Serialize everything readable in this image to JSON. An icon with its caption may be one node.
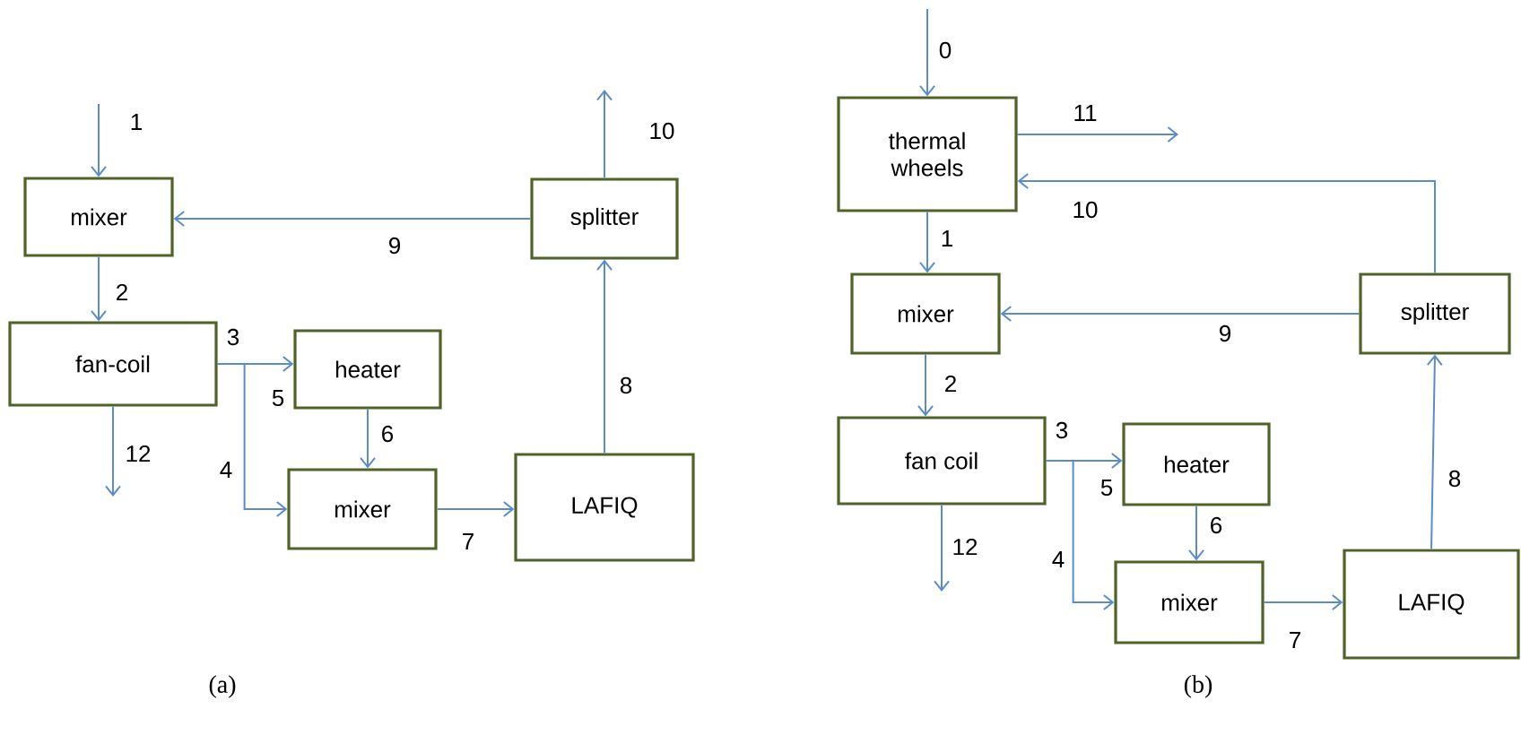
{
  "diagram": {
    "nodes": [
      {
        "text": [
          "mixer"
        ]
      },
      {
        "text": [
          "fan-coil"
        ]
      },
      {
        "text": [
          "heater"
        ]
      },
      {
        "text": [
          "mixer"
        ]
      },
      {
        "text": [
          "LAFIQ"
        ]
      },
      {
        "text": [
          "splitter"
        ]
      },
      {
        "text": [
          "thermal wheels"
        ]
      },
      {
        "text": [
          "mixer"
        ]
      },
      {
        "text": [
          "fan coil"
        ]
      },
      {
        "text": [
          "heater"
        ]
      },
      {
        "text": [
          "mixer"
        ]
      },
      {
        "text": [
          "LAFIQ"
        ]
      },
      {
        "text": [
          "splitter"
        ]
      }
    ],
    "edges": [
      {
        "from": null,
        "to": 0,
        "arrow": "to",
        "label": "1"
      },
      {
        "from": 0,
        "to": 1,
        "arrow": "to",
        "label": "2"
      },
      {
        "from": 1,
        "to": 2,
        "arrow": "to",
        "label": "5"
      },
      {
        "from": 1,
        "to": 3,
        "arrow": "to",
        "label": "4"
      },
      {
        "from": 2,
        "to": 3,
        "arrow": "to",
        "label": "6"
      },
      {
        "from": 3,
        "to": 4,
        "arrow": "to",
        "label": "7"
      },
      {
        "from": 4,
        "to": 5,
        "arrow": "to",
        "label": "8"
      },
      {
        "from": 5,
        "to": 0,
        "arrow": "to",
        "label": "9"
      },
      {
        "from": 5,
        "to": null,
        "arrow": "to",
        "label": "10"
      },
      {
        "from": 1,
        "to": null,
        "arrow": "to",
        "label": "12"
      },
      {
        "from": null,
        "to": 6,
        "arrow": "to",
        "label": "0"
      },
      {
        "from": 6,
        "to": null,
        "arrow": "to",
        "label": "11"
      },
      {
        "from": 12,
        "to": 6,
        "arrow": "to",
        "label": "10"
      },
      {
        "from": 6,
        "to": 7,
        "arrow": "to",
        "label": "1"
      },
      {
        "from": 12,
        "to": 7,
        "arrow": "to",
        "label": "9"
      },
      {
        "from": 7,
        "to": 8,
        "arrow": "to",
        "label": "2"
      },
      {
        "from": 8,
        "to": 9,
        "arrow": "to",
        "label": "5"
      },
      {
        "from": 8,
        "to": 10,
        "arrow": "to",
        "label": "4"
      },
      {
        "from": 9,
        "to": 10,
        "arrow": "to",
        "label": "6"
      },
      {
        "from": 10,
        "to": 11,
        "arrow": "to",
        "label": "7"
      },
      {
        "from": 11,
        "to": 12,
        "arrow": "to",
        "label": "8"
      },
      {
        "from": 8,
        "to": null,
        "arrow": "to",
        "label": "12"
      }
    ],
    "labels": [
      "3",
      "3",
      "(a)",
      "(b)"
    ]
  }
}
